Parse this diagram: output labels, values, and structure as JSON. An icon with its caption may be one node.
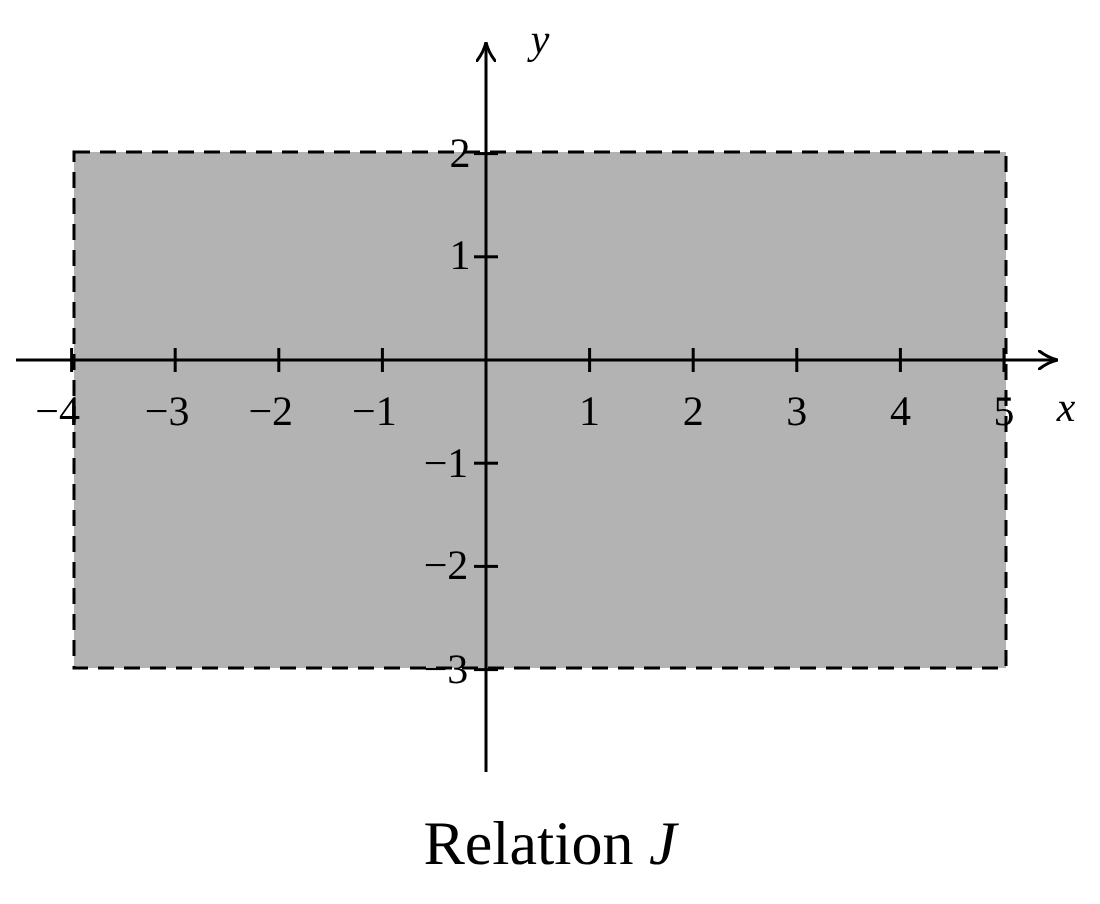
{
  "diagram": {
    "caption": "Relation *J*",
    "labels": [
      "y",
      "2",
      "1",
      "−4",
      "−3",
      "−2",
      "−1",
      "1",
      "2",
      "3",
      "4",
      "5",
      "x",
      "−1",
      "−2",
      "−3"
    ]
  }
}
